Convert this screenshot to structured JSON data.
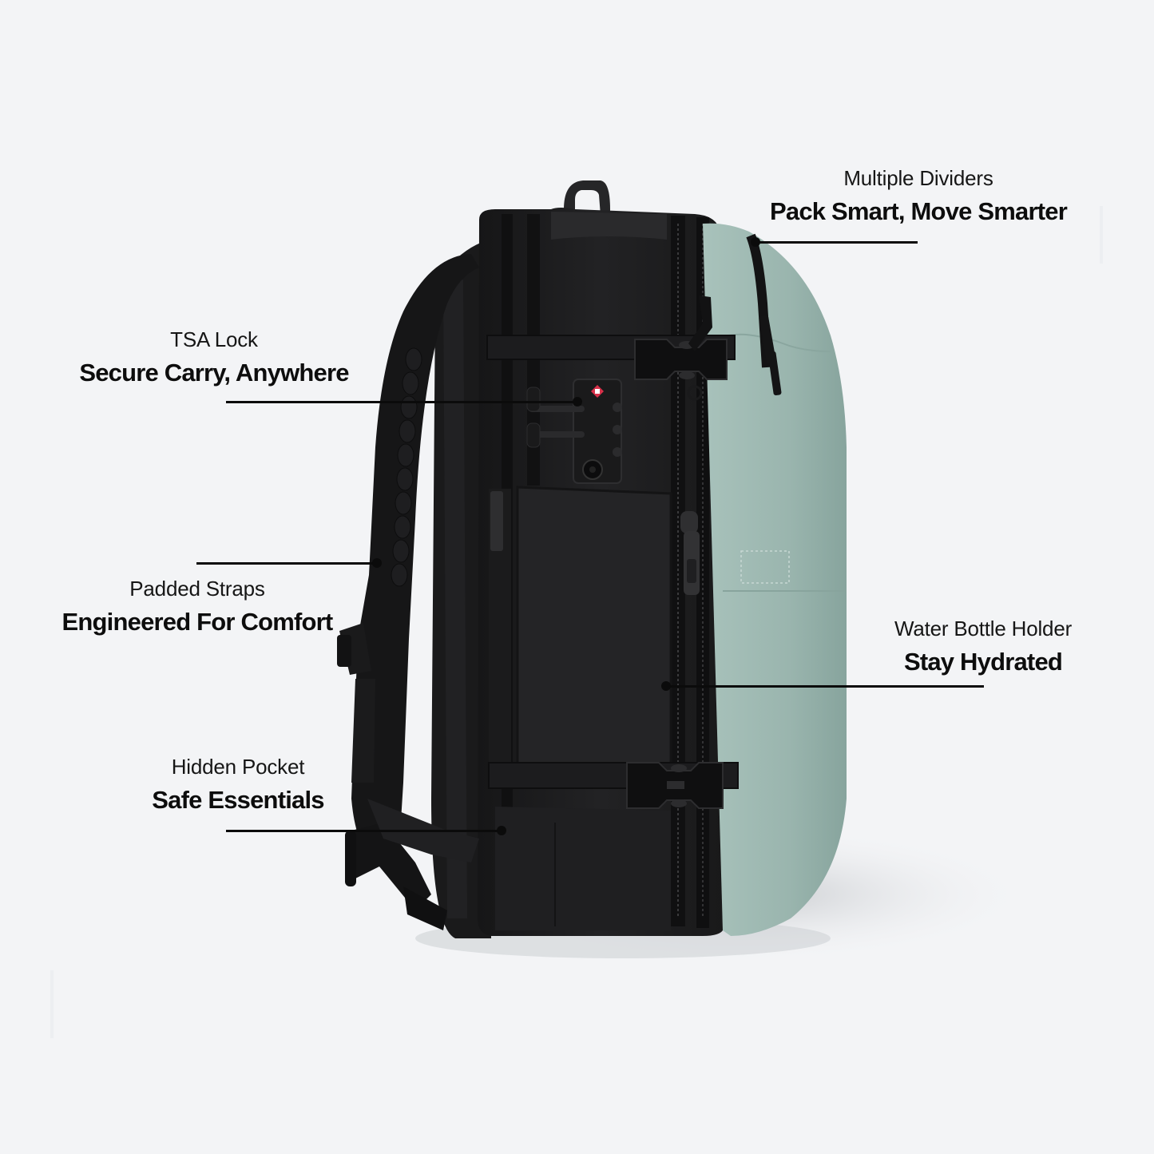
{
  "colors": {
    "background": "#f3f4f6",
    "text": "#111111",
    "leader_line": "#0b0b0b",
    "bag_body": "#1c1c1d",
    "bag_panel": "#94b1aa",
    "bag_panel_light": "#a6c0b9",
    "lock_badge": "#d8314a"
  },
  "product": {
    "name": "backpack-side-view",
    "colorway": "black-and-sage"
  },
  "callouts": [
    {
      "id": "multiple-dividers",
      "subtitle": "Multiple Dividers",
      "headline": "Pack Smart, Move Smarter"
    },
    {
      "id": "tsa-lock",
      "subtitle": "TSA Lock",
      "headline": "Secure Carry, Anywhere"
    },
    {
      "id": "padded-straps",
      "subtitle": "Padded Straps",
      "headline": "Engineered For Comfort"
    },
    {
      "id": "water-bottle-holder",
      "subtitle": "Water Bottle Holder",
      "headline": "Stay Hydrated"
    },
    {
      "id": "hidden-pocket",
      "subtitle": "Hidden Pocket",
      "headline": "Safe Essentials"
    }
  ]
}
